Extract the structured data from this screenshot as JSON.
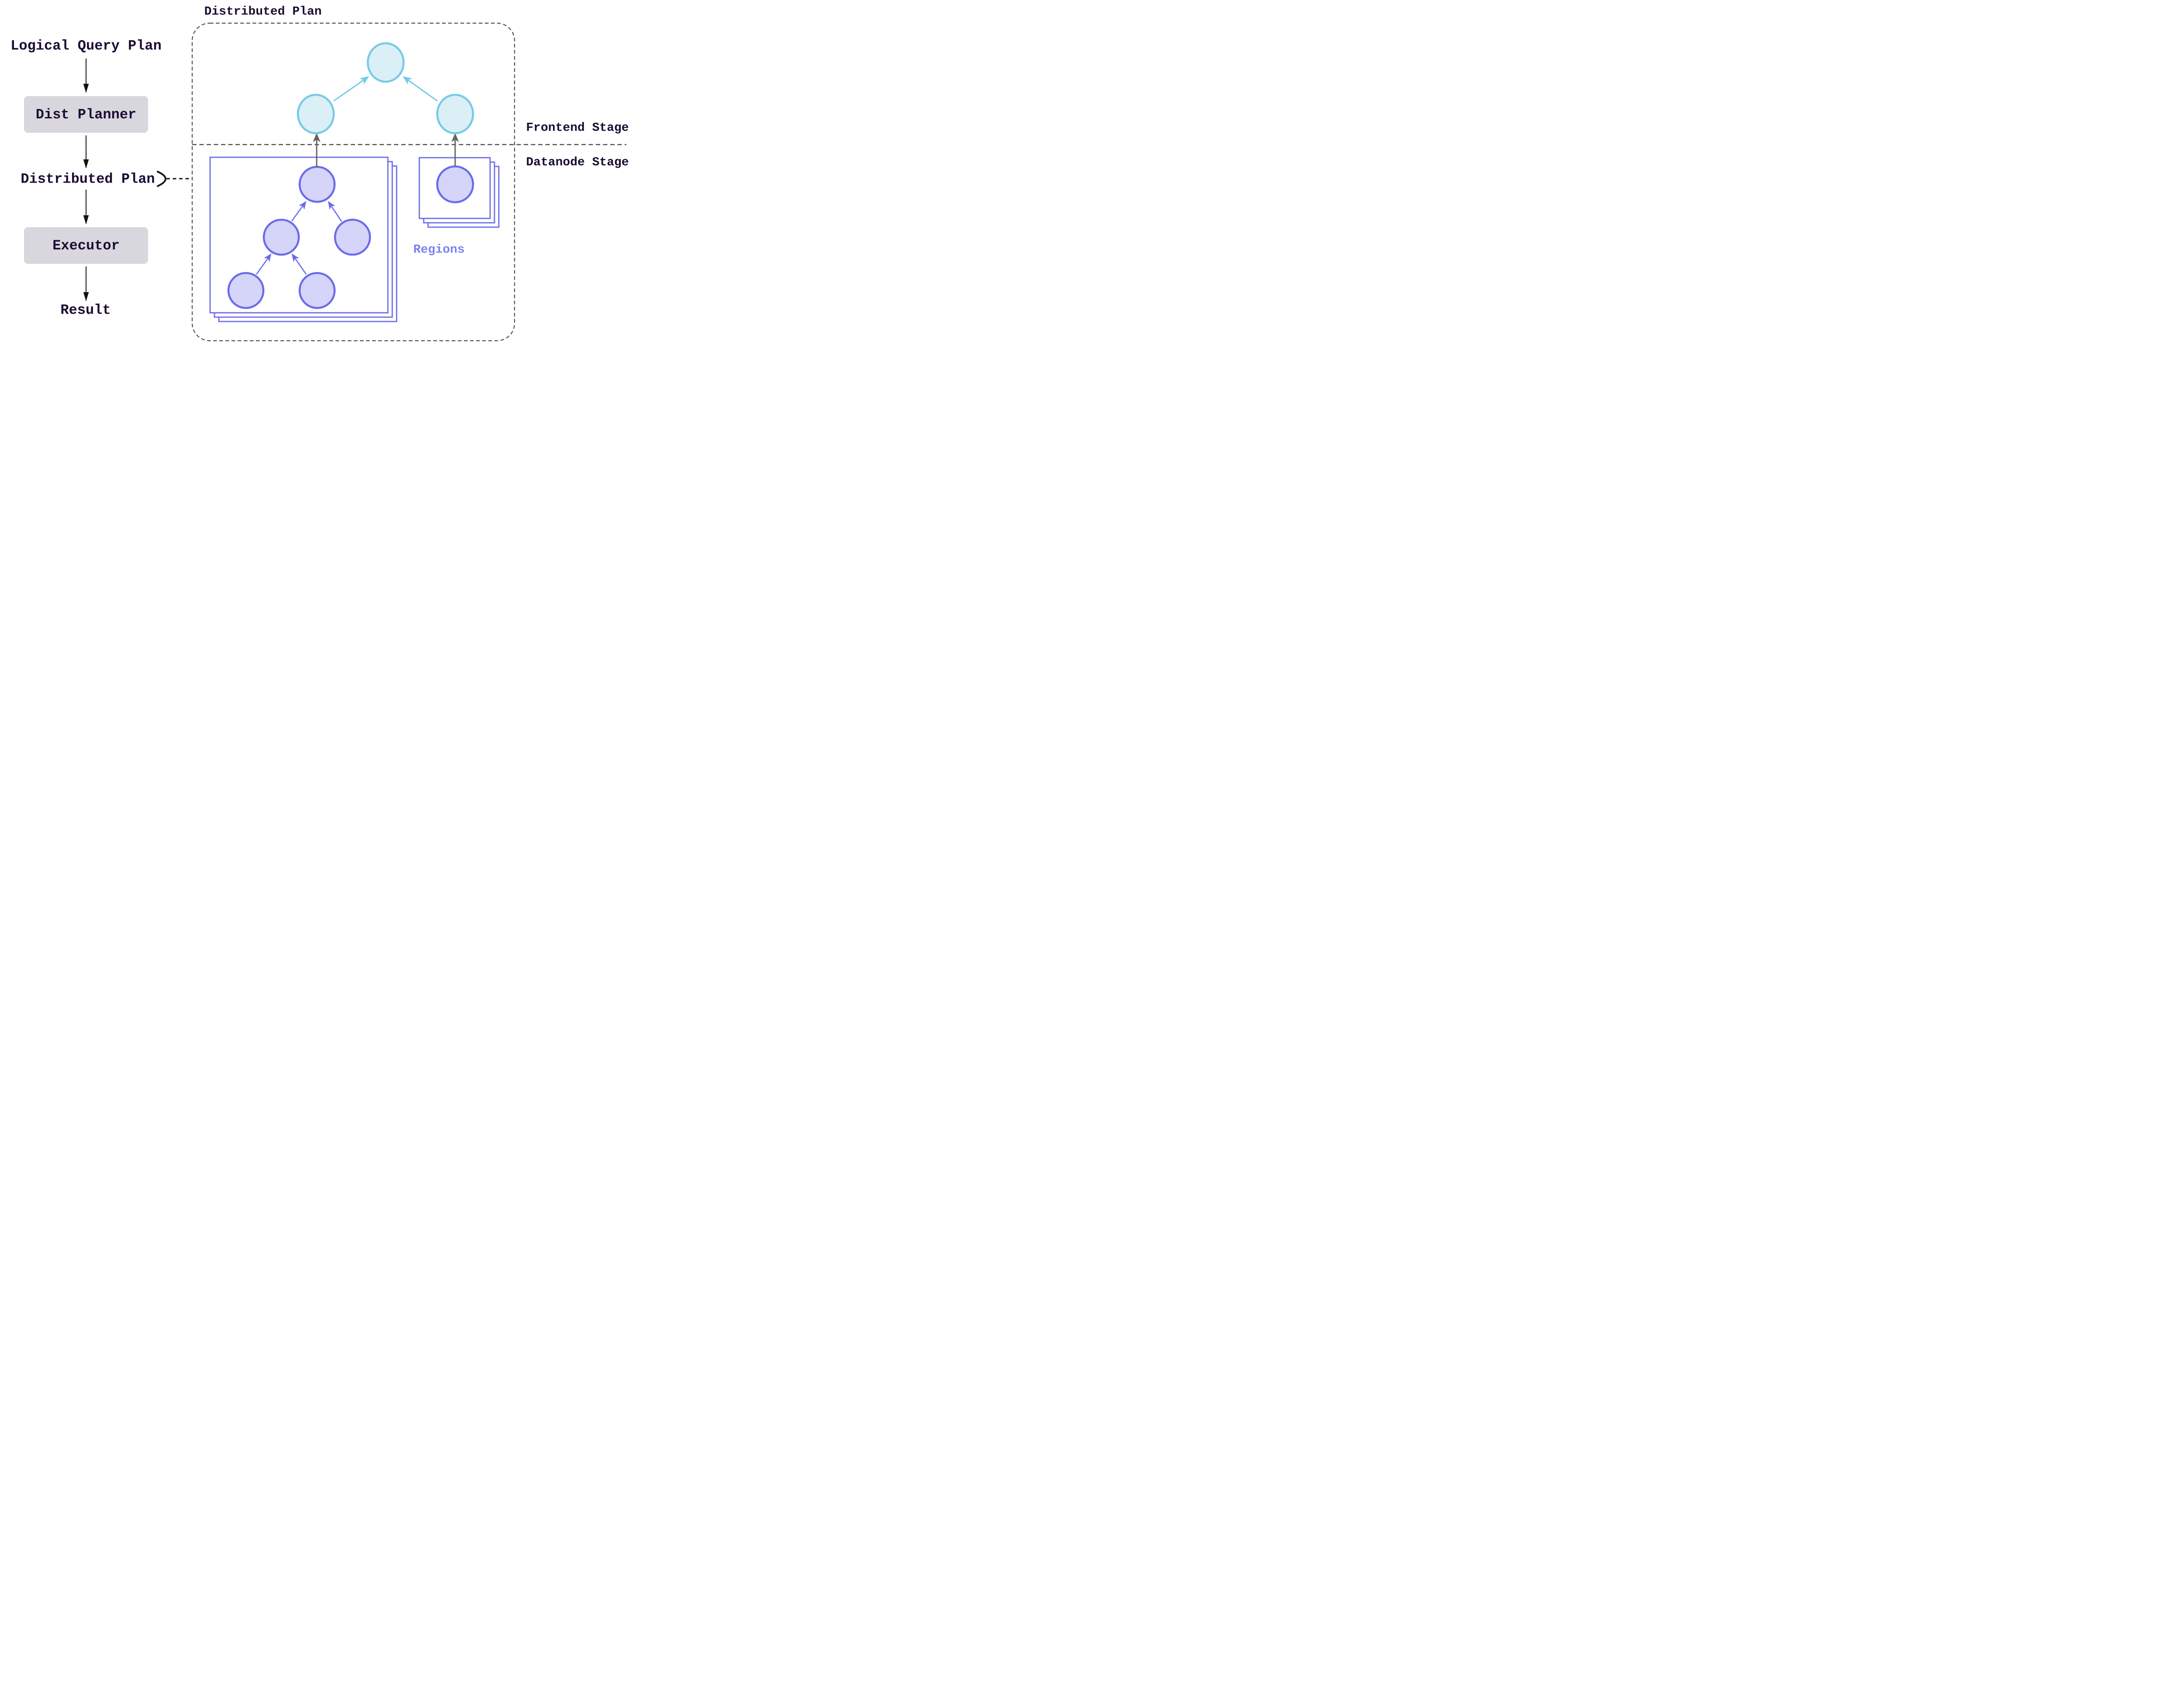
{
  "left_flow": {
    "input_label": "Logical Query Plan",
    "planner_label": "Dist Planner",
    "plan_label": "Distributed Plan",
    "executor_label": "Executor",
    "result_label": "Result"
  },
  "plan_panel": {
    "title": "Distributed Plan",
    "frontend_stage_label": "Frontend Stage",
    "datanode_stage_label": "Datanode Stage",
    "regions_label": "Regions"
  },
  "palette": {
    "text_dark": "#1c0c33",
    "stage_box_fill": "#d8d7dd",
    "frontend_node_fill": "#daeff6",
    "frontend_node_stroke": "#76cbe6",
    "datanode_node_fill": "#d5d4f9",
    "datanode_node_stroke": "#6b6bea",
    "regions_label_color": "#7d81f2",
    "panel_dash_color": "#4f4f4f",
    "arrow_black": "#111111",
    "arrow_gray": "#646464"
  }
}
